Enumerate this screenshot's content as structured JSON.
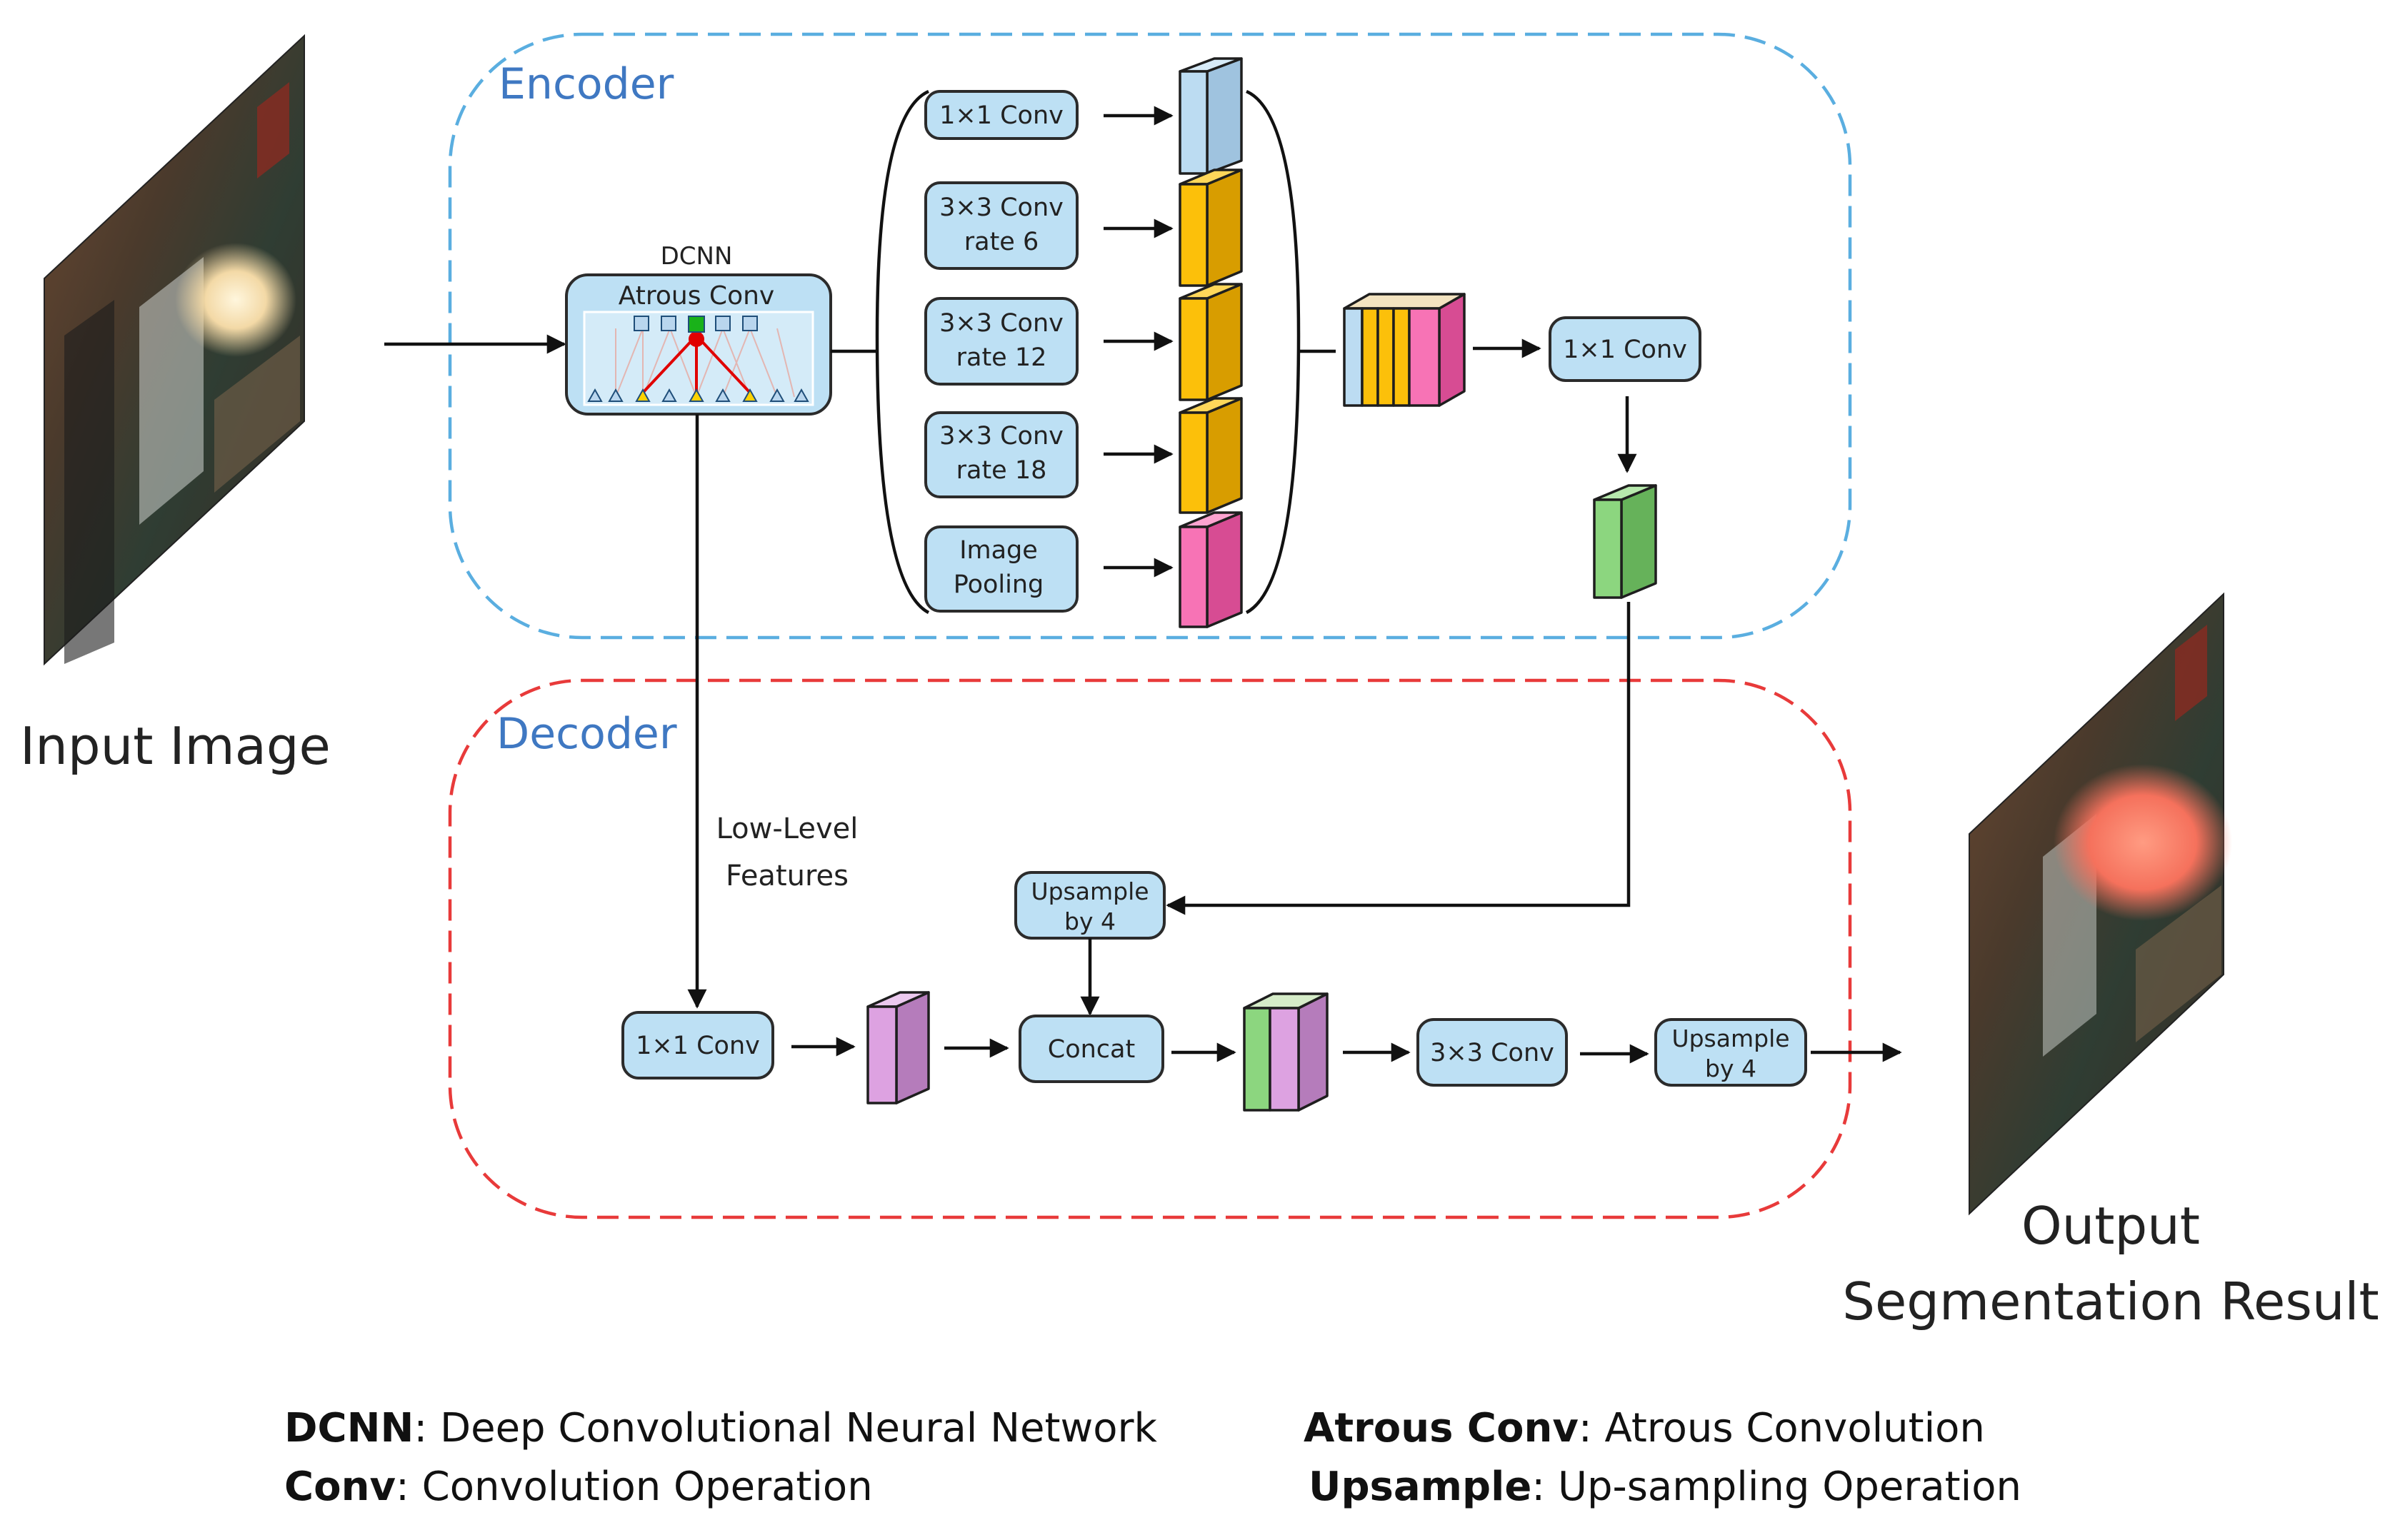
{
  "input_label": "Input Image",
  "output_label_line1": "Output",
  "output_label_line2": "Segmentation Result",
  "encoder": {
    "title": "Encoder",
    "dcnn_label": "DCNN",
    "atrous_label": "Atrous Conv",
    "branches": [
      {
        "line1": "1×1 Conv",
        "line2": ""
      },
      {
        "line1": "3×3 Conv",
        "line2": "rate 6"
      },
      {
        "line1": "3×3 Conv",
        "line2": "rate 12"
      },
      {
        "line1": "3×3 Conv",
        "line2": "rate 18"
      },
      {
        "line1": "Image",
        "line2": "Pooling"
      }
    ],
    "conv_after_concat": "1×1 Conv"
  },
  "decoder": {
    "title": "Decoder",
    "low_level_line1": "Low-Level",
    "low_level_line2": "Features",
    "conv1x1": "1×1 Conv",
    "upsample_top_line1": "Upsample",
    "upsample_top_line2": "by 4",
    "concat": "Concat",
    "conv3x3": "3×3 Conv",
    "upsample_out_line1": "Upsample",
    "upsample_out_line2": "by 4"
  },
  "legend": [
    {
      "term": "DCNN",
      "definition": ": Deep Convolutional Neural Network"
    },
    {
      "term": "Conv",
      "definition": ": Convolution Operation"
    },
    {
      "term": "Atrous Conv",
      "definition": ": Atrous Convolution"
    },
    {
      "term": "Upsample",
      "definition": ": Up-sampling Operation"
    }
  ],
  "colors": {
    "encoder_border": "#5aaee0",
    "decoder_border": "#e83a3a",
    "title_text": "#3f78c2",
    "box_fill": "#bde0f4",
    "cube_blue": "#bcdcf2",
    "cube_yellow": "#fcc00a",
    "cube_pink": "#f773b5",
    "cube_green": "#8cd67f",
    "cube_violet": "#dda2e1"
  }
}
